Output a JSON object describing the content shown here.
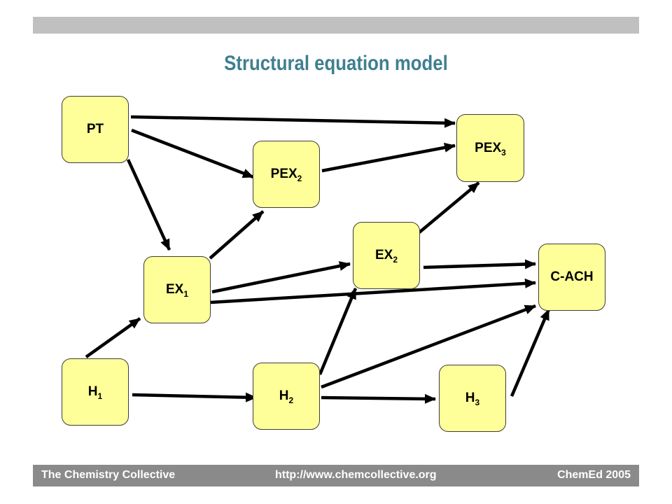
{
  "header": {
    "title": "Structural equation model"
  },
  "nodes": {
    "pt": {
      "base": "PT",
      "sub": ""
    },
    "pex2": {
      "base": "PEX",
      "sub": "2"
    },
    "pex3": {
      "base": "PEX",
      "sub": "3"
    },
    "ex1": {
      "base": "EX",
      "sub": "1"
    },
    "ex2": {
      "base": "EX",
      "sub": "2"
    },
    "cach": {
      "base": "C-ACH",
      "sub": ""
    },
    "h1": {
      "base": "H",
      "sub": "1"
    },
    "h2": {
      "base": "H",
      "sub": "2"
    },
    "h3": {
      "base": "H",
      "sub": "3"
    }
  },
  "edges": [
    [
      "pt",
      "pex3"
    ],
    [
      "pt",
      "pex2"
    ],
    [
      "pt",
      "ex1"
    ],
    [
      "pex2",
      "pex3"
    ],
    [
      "ex1",
      "pex2"
    ],
    [
      "ex1",
      "ex2"
    ],
    [
      "ex1",
      "cach"
    ],
    [
      "ex2",
      "pex3"
    ],
    [
      "ex2",
      "cach"
    ],
    [
      "h1",
      "ex1"
    ],
    [
      "h1",
      "h2"
    ],
    [
      "h2",
      "ex2"
    ],
    [
      "h2",
      "cach"
    ],
    [
      "h2",
      "h3"
    ],
    [
      "h3",
      "cach"
    ]
  ],
  "colors": {
    "title": "#3f7f8f",
    "node_fill": "#ffff99",
    "arrow": "#000000",
    "footer_bg": "#8a8a8a",
    "top_bar": "#c0c0c0"
  },
  "footer": {
    "left": "The Chemistry Collective",
    "center": "http://www.chemcollective.org",
    "right": "ChemEd 2005"
  }
}
